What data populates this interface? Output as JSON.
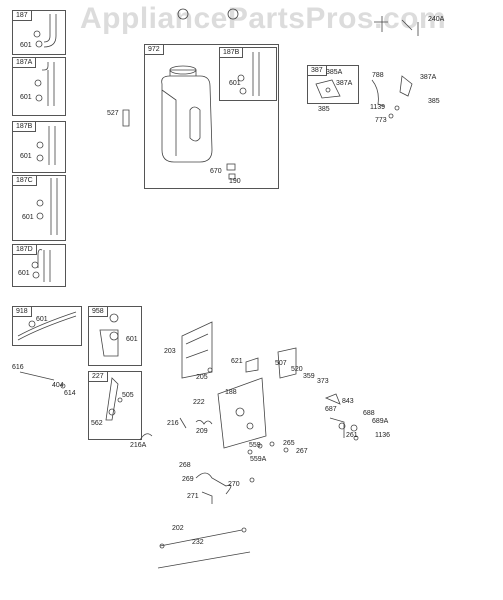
{
  "watermark": "AppliancePartsPros.com",
  "boxes": {
    "b187": "187",
    "b187a": "187A",
    "b187b": "187B",
    "b187c": "187C",
    "b187d": "187D",
    "b972": "972",
    "b972_187b": "187B",
    "b387": "387",
    "b918": "918",
    "b958": "958",
    "b227": "227"
  },
  "labels": {
    "l601_a": "601",
    "l601_b": "601",
    "l601_c": "601",
    "l601_d": "601",
    "l601_e": "601",
    "l601_f": "601",
    "l601_g": "601",
    "l601_h": "601",
    "l527": "527",
    "l670": "670",
    "l190": "190",
    "l385a": "385A",
    "l387a_a": "387A",
    "l385_a": "385",
    "l788": "788",
    "l387a_b": "387A",
    "l1139": "1139",
    "l385_b": "385",
    "l773": "773",
    "l240a": "240A",
    "l616": "616",
    "l404": "404",
    "l614": "614",
    "l203": "203",
    "l621": "621",
    "l205": "205",
    "l507": "507",
    "l520": "520",
    "l359": "359",
    "l373": "373",
    "l188": "188",
    "l222": "222",
    "l843": "843",
    "l687": "687",
    "l688": "688",
    "l689a": "689A",
    "l505": "505",
    "l562": "562",
    "l216": "216",
    "l209": "209",
    "l216a": "216A",
    "l559": "559",
    "l265": "265",
    "l267": "267",
    "l261": "261",
    "l1136": "1136",
    "l268": "268",
    "l269": "269",
    "l559a": "559A",
    "l270": "270",
    "l271": "271",
    "l202": "202",
    "l232": "232"
  }
}
